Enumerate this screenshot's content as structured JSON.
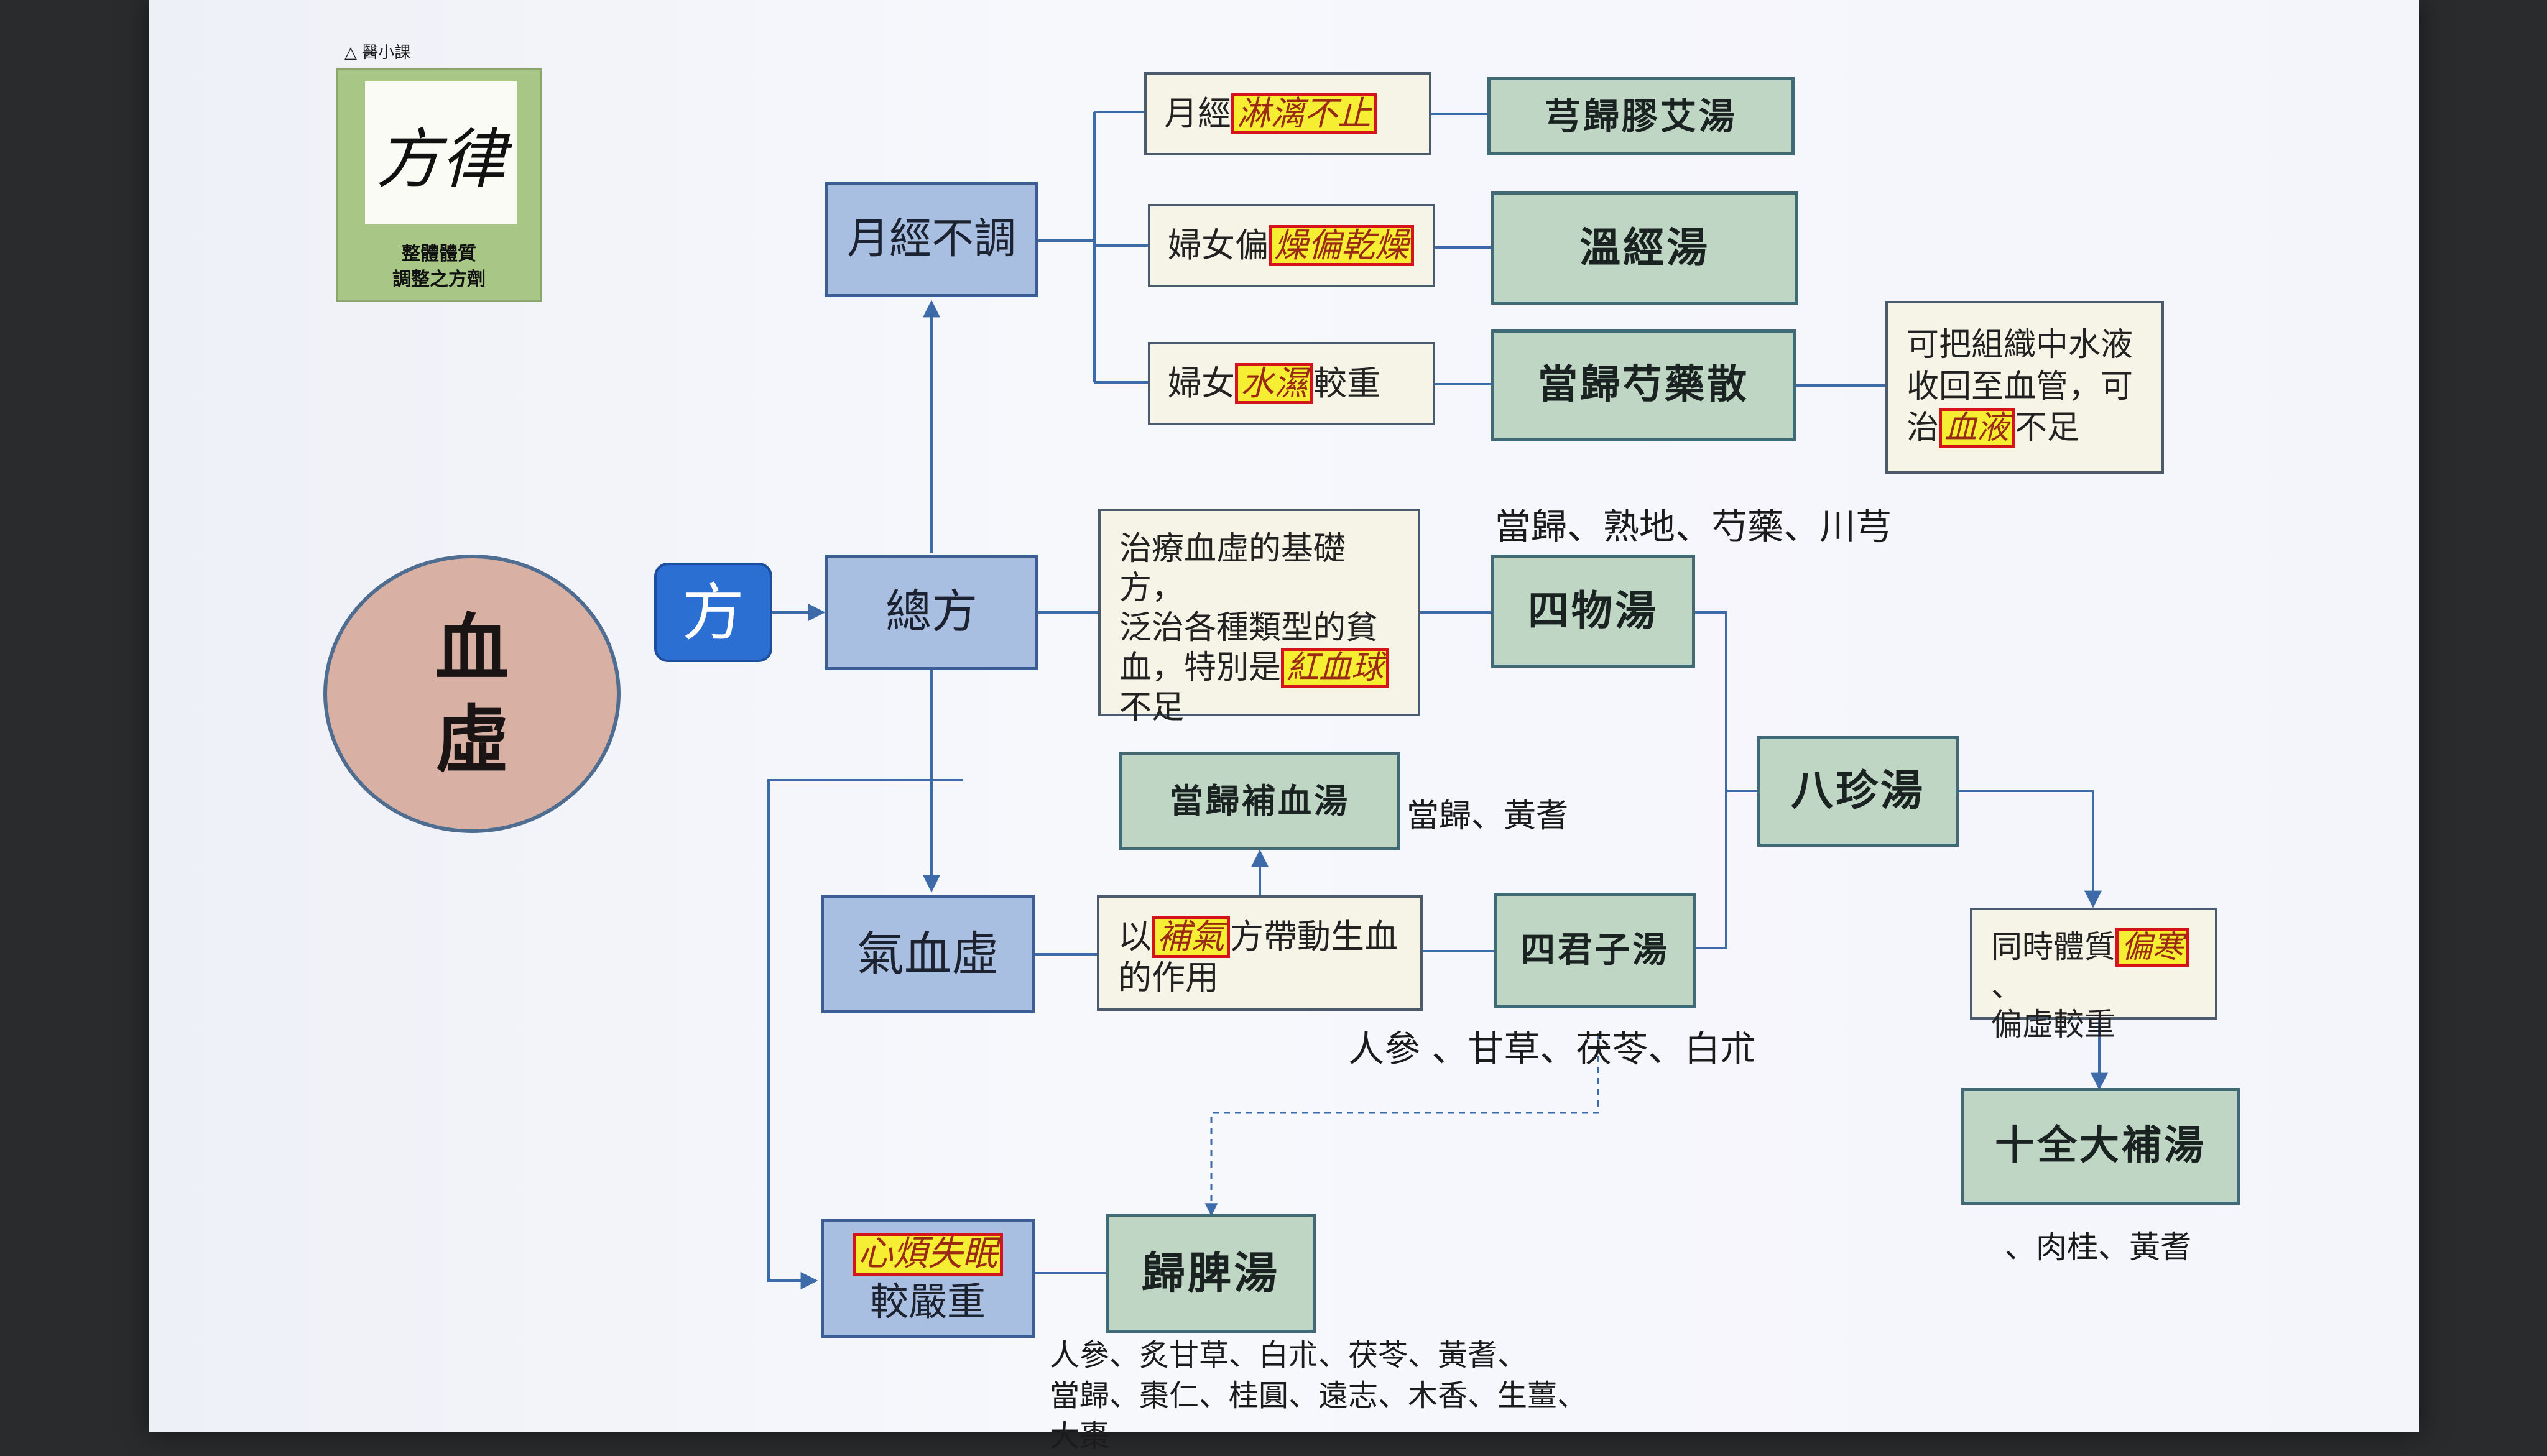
{
  "header": {
    "brand": "△ 醫小課",
    "logo_glyphs": "方律",
    "subtitle_line1": "整體體質",
    "subtitle_line2": "調整之方劑"
  },
  "center": {
    "line1": "血",
    "line2": "虛"
  },
  "fang_label": "方",
  "categories": {
    "yuejing_butiao": "月經不調",
    "zongfang": "總方",
    "qixuexu": "氣血虛",
    "severe_hl": "心煩失眠",
    "severe_suffix": "較嚴重"
  },
  "conditions": {
    "c1_prefix": "月經",
    "c1_hl": "淋漓不止",
    "c2_prefix": "婦女偏",
    "c2_hl": "燥偏乾燥",
    "c3_prefix": "婦女",
    "c3_hl": "水濕",
    "c3_suffix": "較重"
  },
  "formulas": {
    "f1": "芎歸膠艾湯",
    "f2": "溫經湯",
    "f3": "當歸芍藥散",
    "siwu": "四物湯",
    "danggui_buxue": "當歸補血湯",
    "sijunzi": "四君子湯",
    "bazhen": "八珍湯",
    "guipi": "歸脾湯",
    "shiquan": "十全大補湯"
  },
  "notes": {
    "water_line1": "可把組織中水液",
    "water_line2": "收回至血管，可",
    "water_line3_prefix": "治",
    "water_hl": "血液",
    "water_line3_suffix": "不足",
    "base_line1": "治療血虛的基礎方，",
    "base_line2": "泛治各種類型的貧",
    "base_line3_prefix": "血，特別是",
    "base_hl": "紅血球",
    "base_line4": "不足",
    "qi_prefix": "以",
    "qi_hl": "補氣",
    "qi_suffix": "方帶動生血",
    "qi_line2": "的作用",
    "tizhi_line1_prefix": "同時體質",
    "tizhi_hl": "偏寒",
    "tizhi_line1_suffix": "、",
    "tizhi_line2": "偏虛較重"
  },
  "ingredients": {
    "siwu": "當歸、熟地、芍藥、川芎",
    "danggui_buxue": "當歸、黃耆",
    "sijunzi": "人參 、甘草、茯苓、白朮",
    "shiquan": "、肉桂、黃耆",
    "guipi_line1": "人參、炙甘草、白朮、茯苓、黃耆、",
    "guipi_line2": "當歸、棗仁、桂圓、遠志、木香、生薑、",
    "guipi_line3": "大棗"
  },
  "colors": {
    "category_fill": "#a9bfe2",
    "formula_fill": "#bfd6c4",
    "fang_fill": "#2a6fd1",
    "circle_fill": "#d8b0a4",
    "highlight": "#f5ee32",
    "highlight_border": "#d4141a"
  }
}
